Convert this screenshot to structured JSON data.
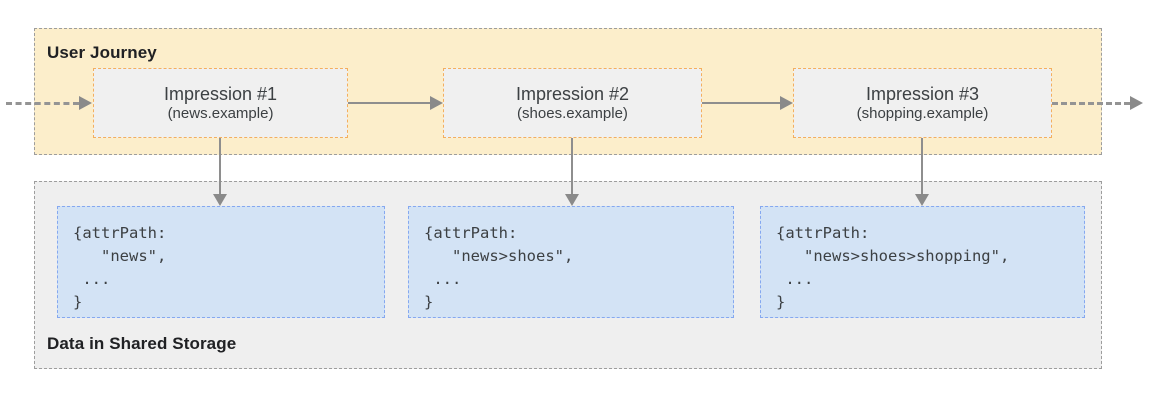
{
  "journey": {
    "label": "User Journey",
    "impressions": [
      {
        "title": "Impression #1",
        "site": "(news.example)"
      },
      {
        "title": "Impression #2",
        "site": "(shoes.example)"
      },
      {
        "title": "Impression #3",
        "site": "(shopping.example)"
      }
    ]
  },
  "storage": {
    "label": "Data in Shared Storage",
    "entries": [
      {
        "code": "{attrPath:\n   \"news\",\n ...\n}"
      },
      {
        "code": "{attrPath:\n   \"news>shoes\",\n ...\n}"
      },
      {
        "code": "{attrPath:\n   \"news>shoes>shopping\",\n ...\n}"
      }
    ]
  },
  "colors": {
    "journey_band_bg": "#fceecb",
    "journey_box_border": "#f4af5e",
    "journey_box_bg": "#f0f0f0",
    "storage_band_bg": "#efefef",
    "code_box_bg": "#d3e3f5",
    "code_box_border": "#85a8f0",
    "band_border": "#9d9d9d",
    "arrow": "#8e8e8e",
    "text": "#3c4043",
    "label_text": "#202124"
  }
}
